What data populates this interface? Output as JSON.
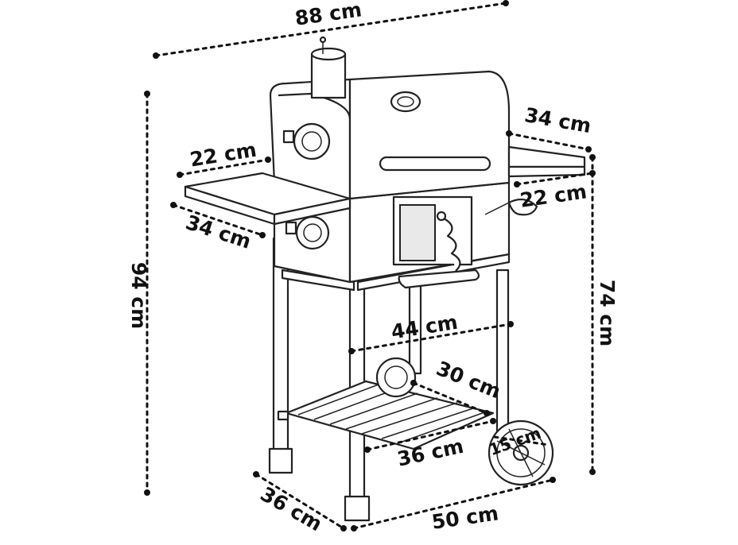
{
  "dimensions": {
    "total_width": "88 cm",
    "total_height": "94 cm",
    "grill_height": "74 cm",
    "left_shelf_width": "22 cm",
    "left_shelf_depth": "34 cm",
    "right_shelf_depth": "34 cm",
    "right_shelf_width": "22 cm",
    "inner_width": "44 cm",
    "lower_shelf_depth": "30 cm",
    "lower_shelf_width": "36 cm",
    "wheel_diameter": "15 cm",
    "base_depth": "36 cm",
    "base_width": "50 cm"
  },
  "colors": {
    "line": "#222222",
    "text": "#111111",
    "background": "#ffffff"
  }
}
